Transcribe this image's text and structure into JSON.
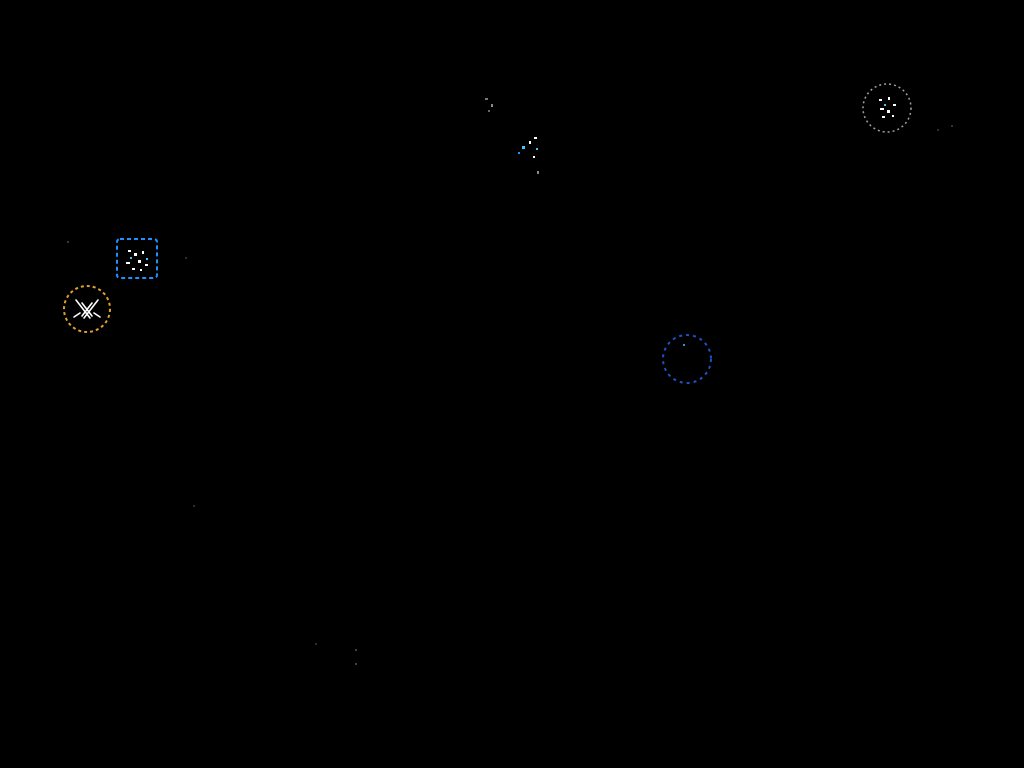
{
  "scene": {
    "background_color": "#000000",
    "units": [
      {
        "id": "yellow-ring-unit",
        "icon": "crossed-swords-icon",
        "ring_color": "#e0a030",
        "glyph_color": "#ffffff",
        "selected": false
      },
      {
        "id": "blue-square-unit",
        "icon": "scatter-glyph-icon",
        "frame_color": "#1e90ff",
        "glyph_color": "#ffffff",
        "selected": true
      },
      {
        "id": "gray-ring-unit",
        "icon": "scatter-glyph-icon",
        "ring_color": "#9aa0a6",
        "glyph_color": "#ffffff",
        "selected": false
      },
      {
        "id": "dark-blue-ring-unit",
        "icon": "empty-ring-icon",
        "ring_color": "#1e50c8",
        "selected": false
      },
      {
        "id": "cyan-fragment-unit",
        "icon": "fragment-icon",
        "glyph_color": "#3cc8ff",
        "selected": false
      }
    ],
    "accent_colors": {
      "yellow": "#e0a030",
      "blue": "#1e90ff",
      "dark_blue": "#1e50c8",
      "cyan": "#3cc8ff",
      "gray": "#9aa0a6",
      "white": "#ffffff"
    }
  }
}
